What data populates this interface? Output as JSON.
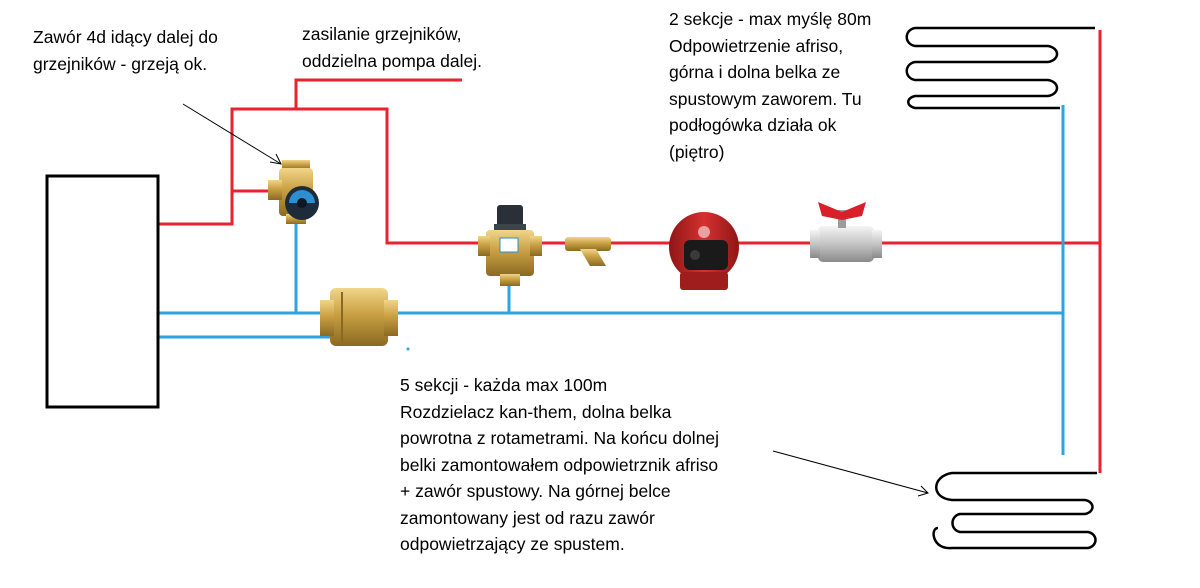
{
  "colors": {
    "supply_pipe": "#e8232f",
    "return_pipe": "#2fa3e0",
    "outline": "#000000",
    "brass": "#c9a043",
    "pump_body": "#c72b2a",
    "valve_handle": "#d8202a",
    "actuator": "#1d2b3a",
    "thermostatic_head": "#2b2f38"
  },
  "annotations": {
    "valve_4d": [
      "Zawór 4d idący dalej do",
      "grzejników - grzeją ok."
    ],
    "radiator_supply": [
      "zasilanie grzejników,",
      "oddzielna pompa dalej."
    ],
    "upper_loop": [
      "2 sekcje - max myślę 80m",
      "Odpowietrzenie afriso,",
      "górna i dolna belka ze",
      "spustowym zaworem. Tu",
      "podłogówka działa ok",
      "(piętro)"
    ],
    "lower_loop": [
      "5 sekcji - każda max 100m",
      "Rozdzielacz kan-them, dolna belka",
      "powrotna z rotametrami. Na końcu dolnej",
      "belki zamontowałem odpowietrznik afriso",
      "+ zawór spustowy. Na górnej belce",
      "zamontowany jest od razu zawór",
      "odpowietrzający ze spustem."
    ]
  },
  "components": [
    {
      "icon": "boiler-box-icon"
    },
    {
      "icon": "four-way-mixing-valve-icon"
    },
    {
      "icon": "thermostatic-mixing-valve-icon"
    },
    {
      "icon": "y-strainer-icon"
    },
    {
      "icon": "circulation-pump-icon"
    },
    {
      "icon": "ball-valve-icon"
    },
    {
      "icon": "check-valve-icon"
    },
    {
      "icon": "floor-heating-loop-icon"
    }
  ]
}
